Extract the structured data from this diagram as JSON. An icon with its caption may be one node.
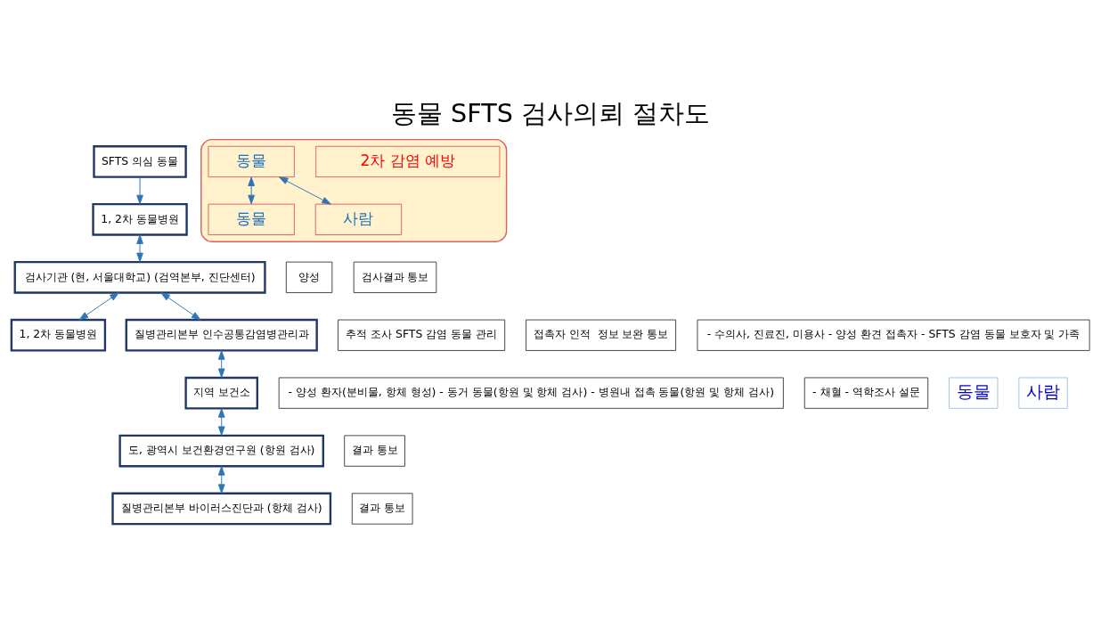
{
  "diagram": {
    "title": "동물 SFTS 검사의뢰 절차도",
    "nodes": [
      {
        "text": [
          "SFTS 의심 동물"
        ]
      },
      {
        "text": [
          "1, 2차 동물병원"
        ]
      },
      {
        "text": [
          "검사기관 (현, 서울대학교) (검역본부, 진단센터)"
        ]
      },
      {
        "text": [
          "양성"
        ]
      },
      {
        "text": [
          "1, 2차 동물병원"
        ]
      },
      {
        "text": [
          "추적 조사 SFTS 감염 동물 관리"
        ]
      },
      {
        "text": [
          "- 양성 환자(분비물, 항체 형성) - 동거 동물(항원 및 항체 검사) - 병원내 접촉 동물(항원 및 항체 검사)"
        ]
      },
      {
        "text": [
          "검사결과 통보"
        ]
      },
      {
        "text": [
          "접촉자 인적  정보 보완 통보"
        ]
      },
      {
        "text": [
          "- 수의사, 진료진, 미용사 - 양성 환견 접촉자 - SFTS 감염 동물 보호자 및 가족"
        ]
      },
      {
        "text": [
          "질병관리본부 인수공통감염병관리과"
        ]
      },
      {
        "text": [
          "지역 보건소"
        ]
      },
      {
        "text": [
          "- 채혈 - 역학조사 설문"
        ]
      },
      {
        "text": [
          "도, 광역시 보건환경연구원 (항원 검사)"
        ]
      },
      {
        "text": [
          "결과 통보"
        ]
      },
      {
        "text": [
          "질병관리본부 바이러스진단과 (항체 검사)"
        ]
      },
      {
        "text": [
          "결과 통보"
        ]
      },
      {
        "text": [
          "동물"
        ]
      },
      {
        "text": [
          "사람"
        ]
      },
      {
        "text": [],
        "shape": "box"
      },
      {
        "text": [
          "2차 감염 예방"
        ],
        "in": 19
      },
      {
        "text": [
          "동물"
        ],
        "in": 19
      },
      {
        "text": [
          "동물"
        ],
        "in": 19
      },
      {
        "text": [
          "사람"
        ],
        "in": 19
      }
    ],
    "edges": [
      {
        "from": 0,
        "to": 1,
        "arrow": "to"
      },
      {
        "from": 1,
        "to": 2,
        "arrow": "both"
      },
      {
        "from": 2,
        "to": 4,
        "arrow": "both"
      },
      {
        "from": 2,
        "to": 10,
        "arrow": "both"
      },
      {
        "from": 10,
        "to": 11,
        "arrow": "both"
      },
      {
        "from": 11,
        "to": 13,
        "arrow": "both"
      },
      {
        "from": 13,
        "to": 15,
        "arrow": "both"
      },
      {
        "from": 21,
        "to": 22,
        "arrow": "both"
      },
      {
        "from": 21,
        "to": 23,
        "arrow": "both"
      }
    ]
  }
}
